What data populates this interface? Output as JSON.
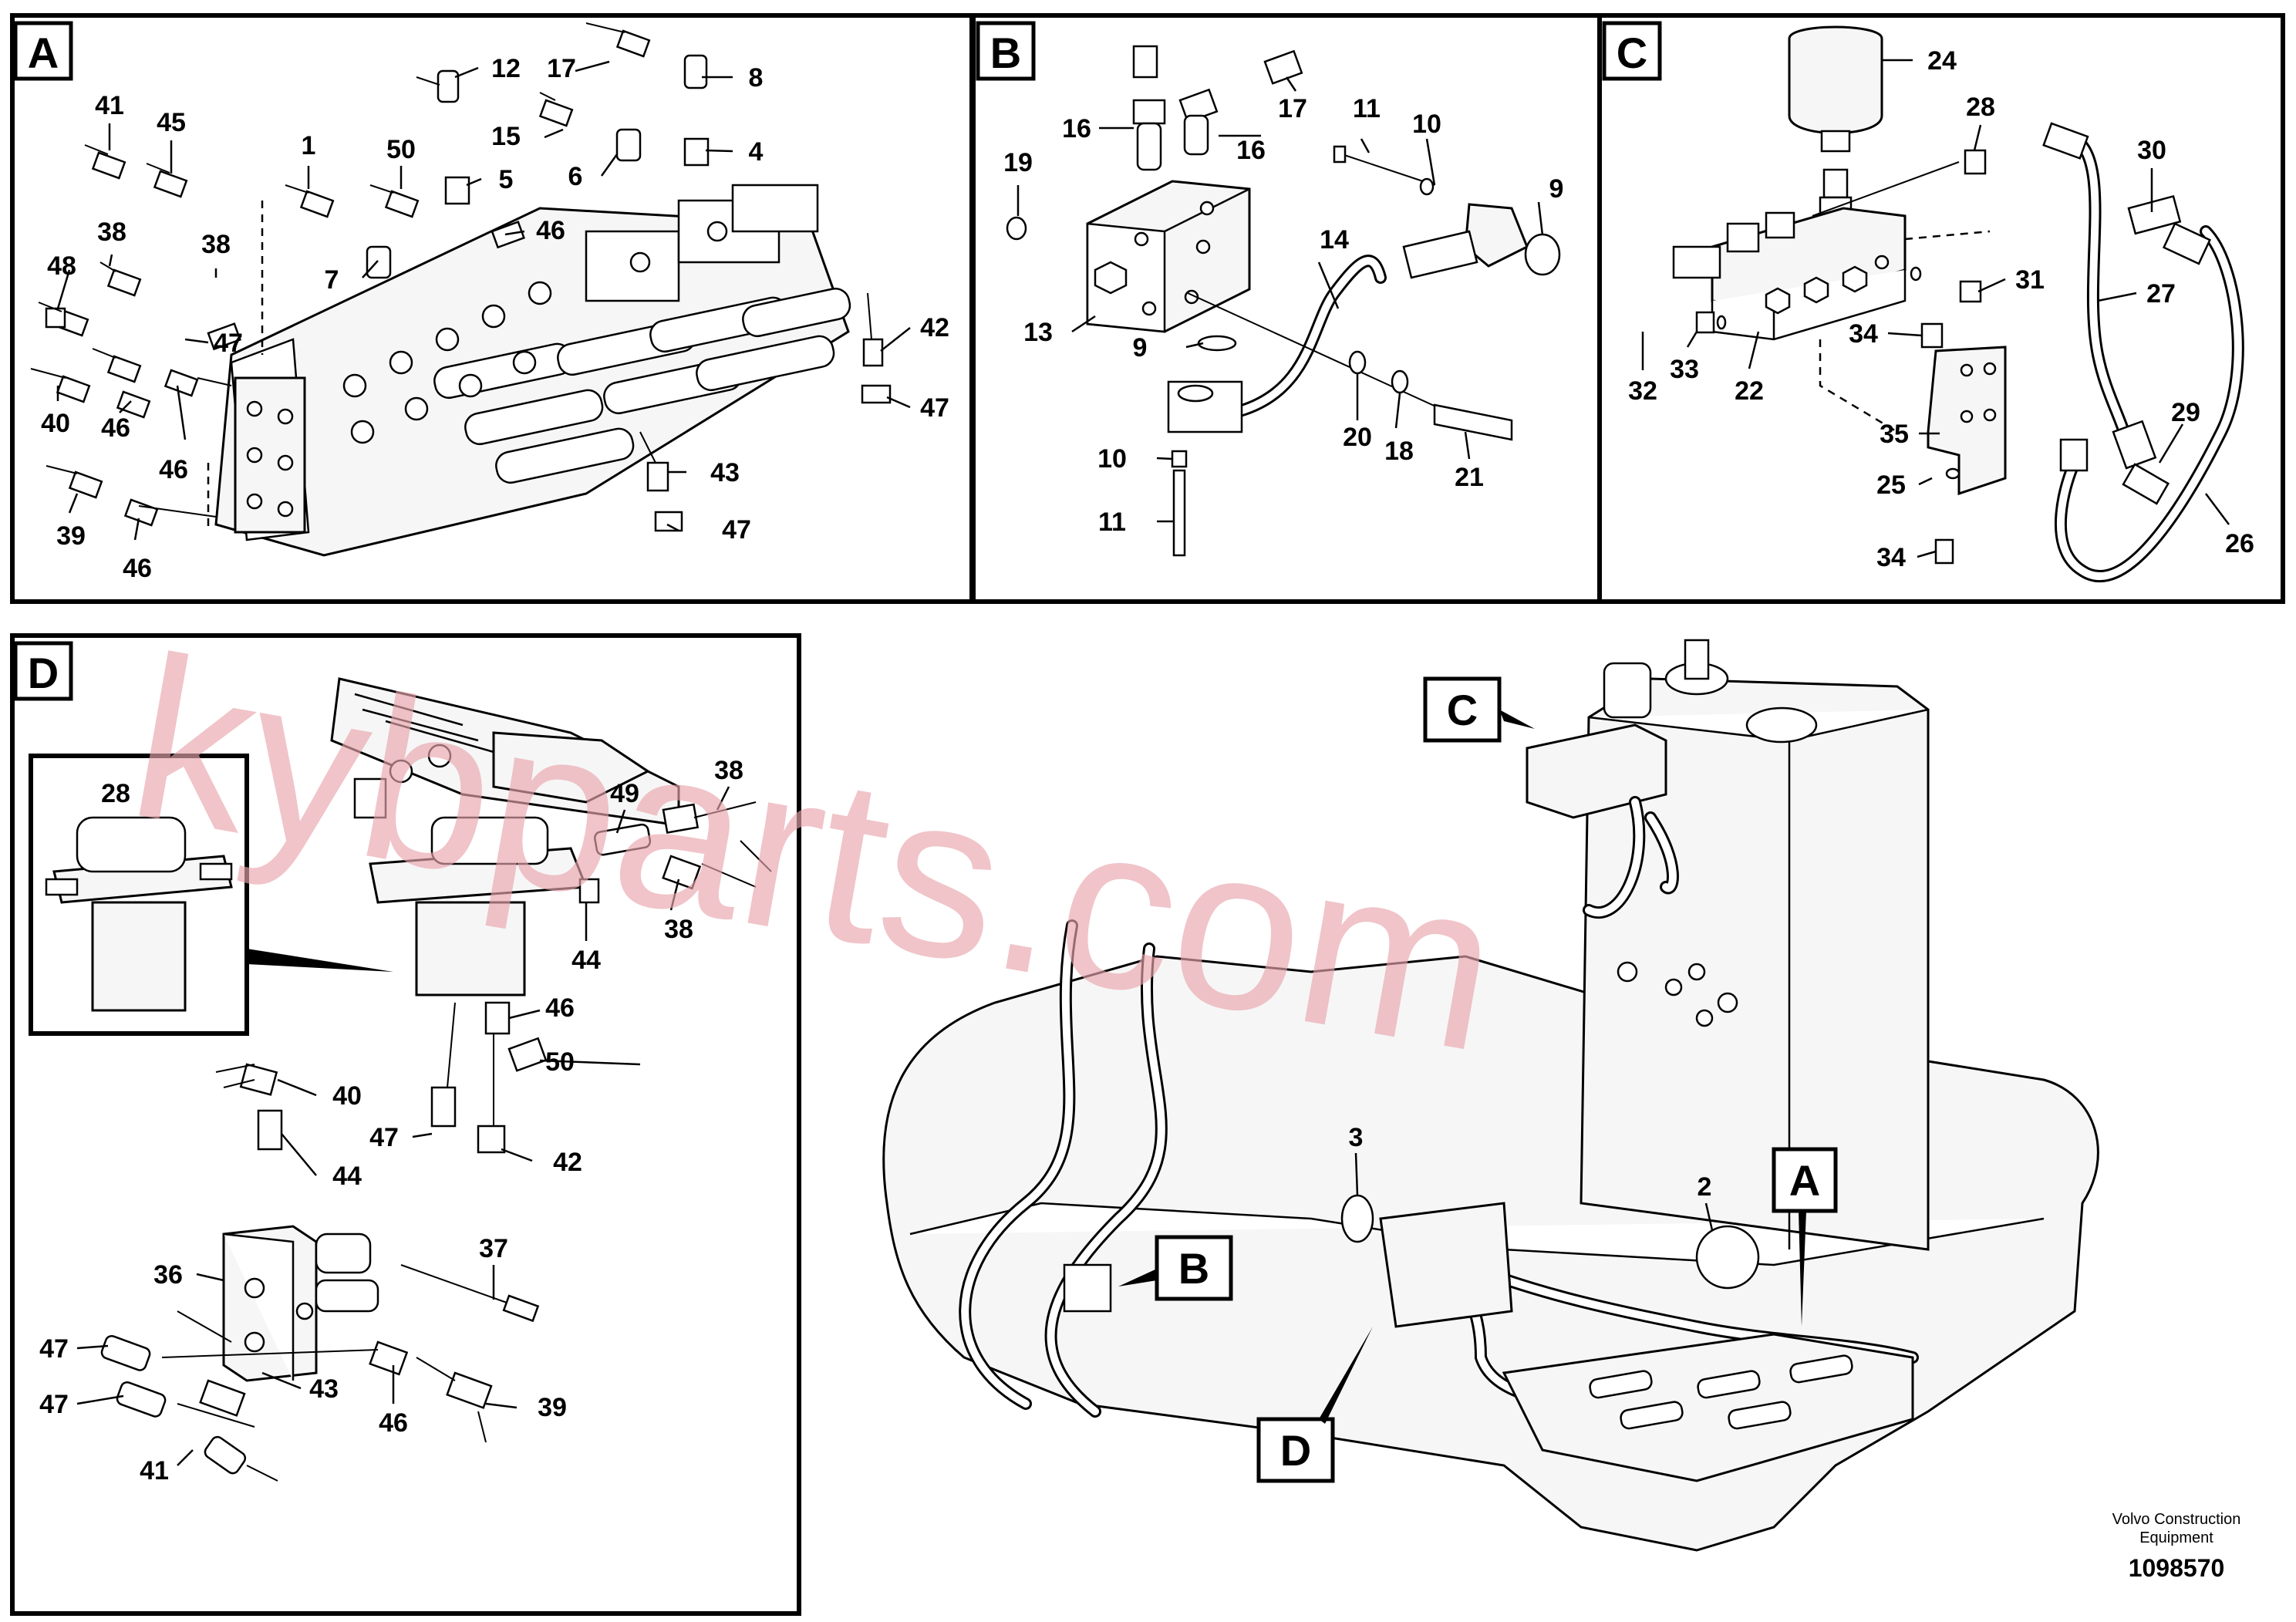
{
  "panels": {
    "A": {
      "letter": "A",
      "callouts": [
        "41",
        "45",
        "1",
        "50",
        "12",
        "17",
        "8",
        "15",
        "4",
        "6",
        "5",
        "46",
        "38",
        "38",
        "48",
        "47",
        "7",
        "42",
        "40",
        "46",
        "46",
        "47",
        "43",
        "39",
        "46",
        "47"
      ]
    },
    "B": {
      "letter": "B",
      "callouts": [
        "16",
        "17",
        "16",
        "19",
        "11",
        "10",
        "9",
        "13",
        "14",
        "9",
        "10",
        "11",
        "20",
        "18",
        "21"
      ]
    },
    "C": {
      "letter": "C",
      "callouts": [
        "24",
        "28",
        "30",
        "31",
        "27",
        "32",
        "33",
        "22",
        "34",
        "35",
        "25",
        "34",
        "29",
        "26"
      ]
    },
    "D": {
      "letter": "D",
      "callouts": [
        "28",
        "38",
        "49",
        "44",
        "38",
        "46",
        "50",
        "47",
        "42",
        "40",
        "44",
        "37",
        "36",
        "47",
        "43",
        "47",
        "46",
        "39",
        "41"
      ]
    }
  },
  "overview": {
    "labels": [
      "C",
      "A",
      "B",
      "D"
    ],
    "callouts": [
      "3",
      "2"
    ]
  },
  "watermark": "kybparts.com",
  "footer": {
    "company_line1": "Volvo Construction",
    "company_line2": "Equipment",
    "drawing_number": "1098570"
  }
}
